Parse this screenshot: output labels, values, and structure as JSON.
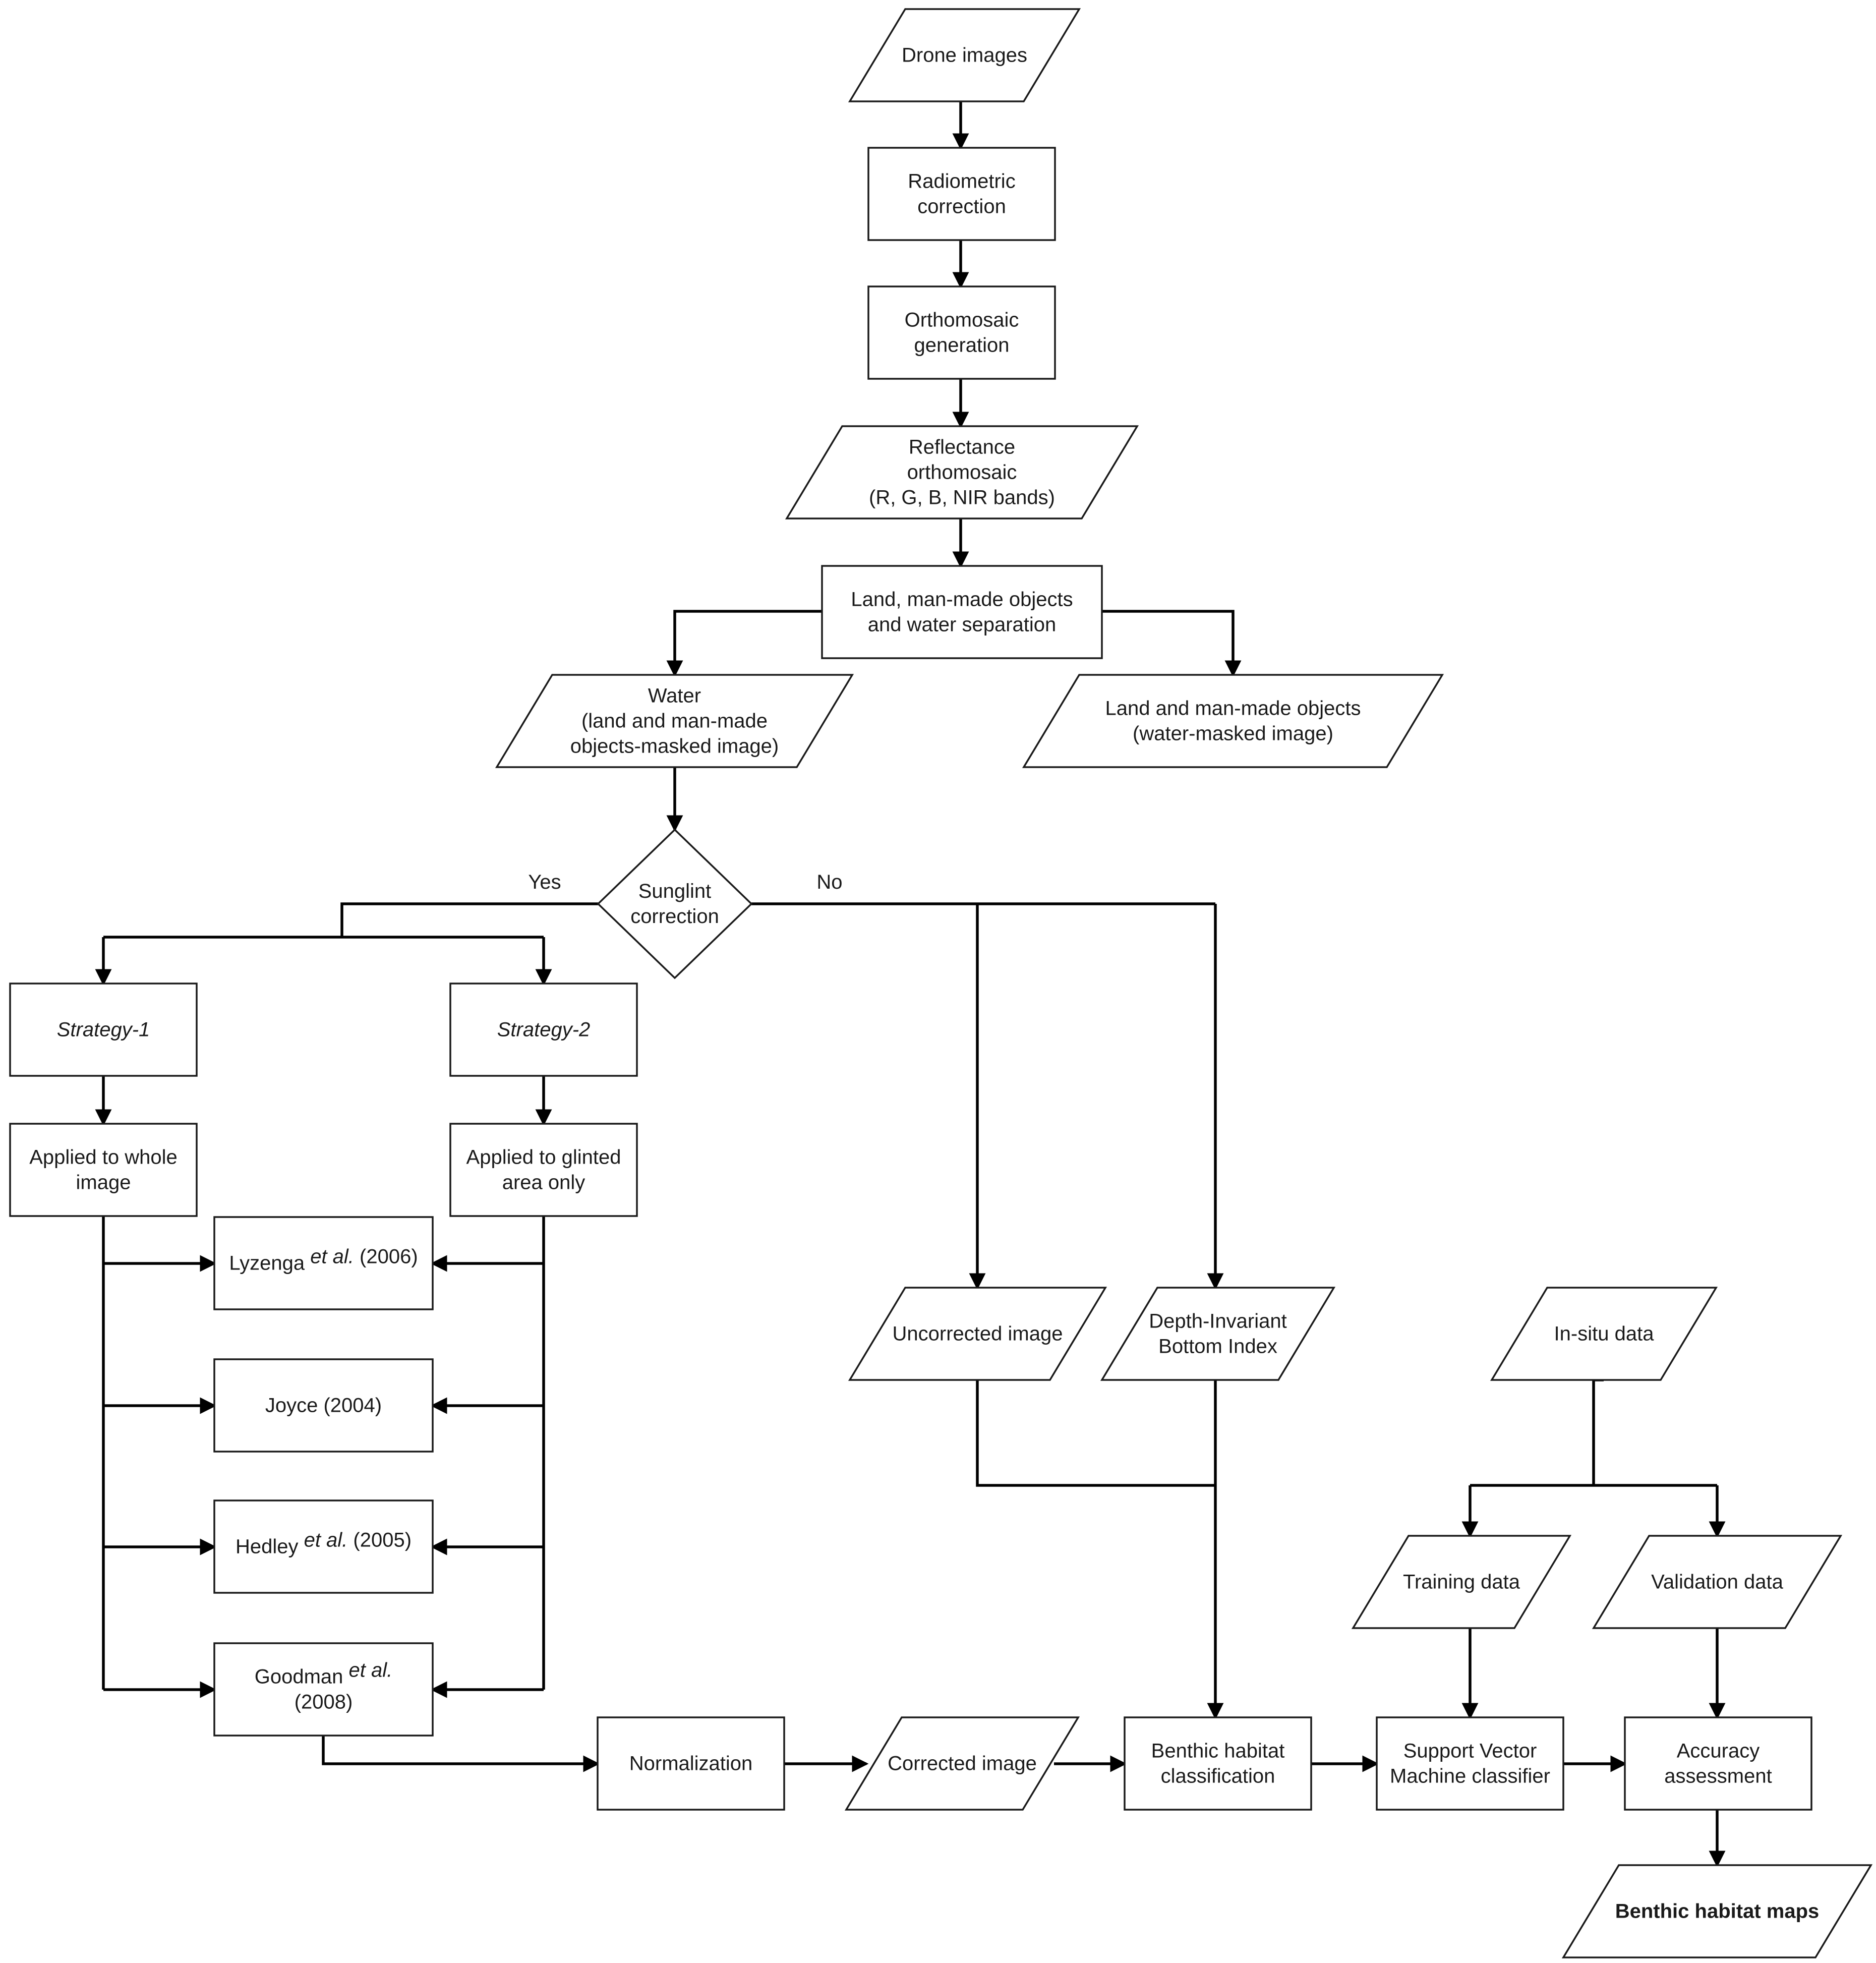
{
  "nodes": {
    "drone_images": {
      "lines": [
        {
          "text": "Drone images"
        }
      ]
    },
    "radiometric": {
      "lines": [
        {
          "text": "Radiometric"
        },
        {
          "text": "correction"
        }
      ]
    },
    "orthomosaic_gen": {
      "lines": [
        {
          "text": "Orthomosaic"
        },
        {
          "text": "generation"
        }
      ]
    },
    "reflectance": {
      "lines": [
        {
          "text": "Reflectance"
        },
        {
          "text": "orthomosaic"
        },
        {
          "text": "(R, G, B, NIR bands)"
        }
      ]
    },
    "separation": {
      "lines": [
        {
          "text": "Land, man-made objects"
        },
        {
          "text": "and water separation"
        }
      ]
    },
    "water": {
      "lines": [
        {
          "text": "Water"
        },
        {
          "text": "(land and man-made"
        },
        {
          "text": "objects-masked image)"
        }
      ]
    },
    "land": {
      "lines": [
        {
          "text": "Land and man-made objects"
        },
        {
          "text": "(water-masked image)"
        }
      ]
    },
    "sunglint": {
      "lines": [
        {
          "text": "Sunglint"
        },
        {
          "text": "correction"
        }
      ]
    },
    "strategy1": {
      "lines": [
        {
          "text": "Strategy-1",
          "italic": true
        }
      ]
    },
    "strategy2": {
      "lines": [
        {
          "text": "Strategy-2",
          "italic": true
        }
      ]
    },
    "applied_whole": {
      "lines": [
        {
          "text": "Applied to whole"
        },
        {
          "text": "image"
        }
      ]
    },
    "applied_glinted": {
      "lines": [
        {
          "text": "Applied to glinted"
        },
        {
          "text": "area only"
        }
      ]
    },
    "lyzenga": {
      "lines": [
        {
          "parts": [
            {
              "text": "Lyzenga "
            },
            {
              "text": "et al.",
              "italic": true
            },
            {
              "text": " (2006)"
            }
          ]
        }
      ]
    },
    "joyce": {
      "lines": [
        {
          "text": "Joyce (2004)"
        }
      ]
    },
    "hedley": {
      "lines": [
        {
          "parts": [
            {
              "text": "Hedley "
            },
            {
              "text": "et al.",
              "italic": true
            },
            {
              "text": " (2005)"
            }
          ]
        }
      ]
    },
    "goodman": {
      "lines": [
        {
          "parts": [
            {
              "text": "Goodman "
            },
            {
              "text": "et al.",
              "italic": true
            }
          ]
        },
        {
          "text": "(2008)"
        }
      ]
    },
    "uncorrected": {
      "lines": [
        {
          "text": "Uncorrected image"
        }
      ]
    },
    "dibi": {
      "lines": [
        {
          "text": "Depth-Invariant"
        },
        {
          "text": "Bottom Index"
        }
      ]
    },
    "insitu": {
      "lines": [
        {
          "text": "In-situ data"
        }
      ]
    },
    "training": {
      "lines": [
        {
          "text": "Training data"
        }
      ]
    },
    "validation": {
      "lines": [
        {
          "text": "Validation data"
        }
      ]
    },
    "normalization": {
      "lines": [
        {
          "text": "Normalization"
        }
      ]
    },
    "corrected": {
      "lines": [
        {
          "text": "Corrected image"
        }
      ]
    },
    "benthic_class": {
      "lines": [
        {
          "text": "Benthic habitat"
        },
        {
          "text": "classification"
        }
      ]
    },
    "svm": {
      "lines": [
        {
          "text": "Support Vector"
        },
        {
          "text": "Machine classifier"
        }
      ]
    },
    "accuracy": {
      "lines": [
        {
          "text": "Accuracy"
        },
        {
          "text": "assessment"
        }
      ]
    },
    "maps": {
      "lines": [
        {
          "text": "Benthic habitat maps",
          "bold": true
        }
      ]
    }
  },
  "edge_labels": {
    "yes": "Yes",
    "no": "No"
  }
}
